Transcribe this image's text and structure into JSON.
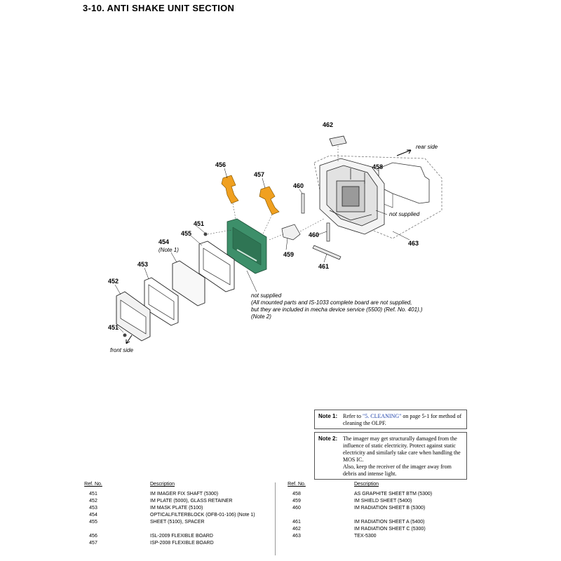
{
  "title": "3-10. ANTI SHAKE UNIT SECTION",
  "callouts": {
    "c462": "462",
    "c458": "458",
    "c456": "456",
    "c457": "457",
    "c460a": "460",
    "c451a": "451",
    "c455": "455",
    "c454": "454",
    "c460b": "460",
    "c459": "459",
    "c461": "461",
    "c453": "453",
    "c452": "452",
    "c451b": "451",
    "c463": "463"
  },
  "labels": {
    "rear_side": "rear side",
    "front_side": "front side",
    "note1_ref": "(Note 1)",
    "not_supplied_right": "not supplied",
    "not_supplied_center": "not supplied",
    "center_note_1": "(All mounted parts and IS-1033 complete board are not supplied,",
    "center_note_2": "but they are included in mecha device service (5500) (Ref. No. 401).)",
    "center_note_3": "(Note 2)"
  },
  "notes": {
    "note1_label": "Note 1:",
    "note1_pre": "Refer to ",
    "note1_link": "\"5. CLEANING\"",
    "note1_post": " on page 5-1 for method of cleaning the OLPF.",
    "note2_label": "Note 2:",
    "note2_text": "The imager may get structurally damaged from the influence of static electricity. Protect against static electricity and similarly take care when handling the MOS IC.",
    "note2_text2": "Also, keep the receiver of the imager away from debris and intense light."
  },
  "parts_headers": {
    "ref": "Ref. No.",
    "desc": "Description"
  },
  "parts_left": [
    {
      "ref": "451",
      "desc": "IM IMAGER FIX SHAFT (5300)"
    },
    {
      "ref": "452",
      "desc": "IM PLATE (5000), GLASS RETAINER"
    },
    {
      "ref": "453",
      "desc": "IM MASK PLATE (5100)"
    },
    {
      "ref": "454",
      "desc": "OPTICALFILTERBLOCK (OFB-01-106) (Note 1)"
    },
    {
      "ref": "455",
      "desc": "SHEET (5100), SPACER"
    },
    {
      "ref": "",
      "desc": ""
    },
    {
      "ref": "456",
      "desc": "ISL-2009 FLEXIBLE BOARD"
    },
    {
      "ref": "457",
      "desc": "ISP-2008 FLEXIBLE BOARD"
    }
  ],
  "parts_right": [
    {
      "ref": "458",
      "desc": "AS GRAPHITE SHEET BTM (5300)"
    },
    {
      "ref": "459",
      "desc": "IM SHIELD SHEET (5400)"
    },
    {
      "ref": "460",
      "desc": "IM RADIATION SHEET B (5300)"
    },
    {
      "ref": "",
      "desc": ""
    },
    {
      "ref": "461",
      "desc": "IM RADIATION SHEET A (5400)"
    },
    {
      "ref": "462",
      "desc": "IM RADIATION SHEET C (5300)"
    },
    {
      "ref": "463",
      "desc": "TEX-5300"
    }
  ],
  "colors": {
    "board_green": "#3d8f6a",
    "flex_orange": "#f0a020",
    "link_blue": "#1a3ea8"
  }
}
